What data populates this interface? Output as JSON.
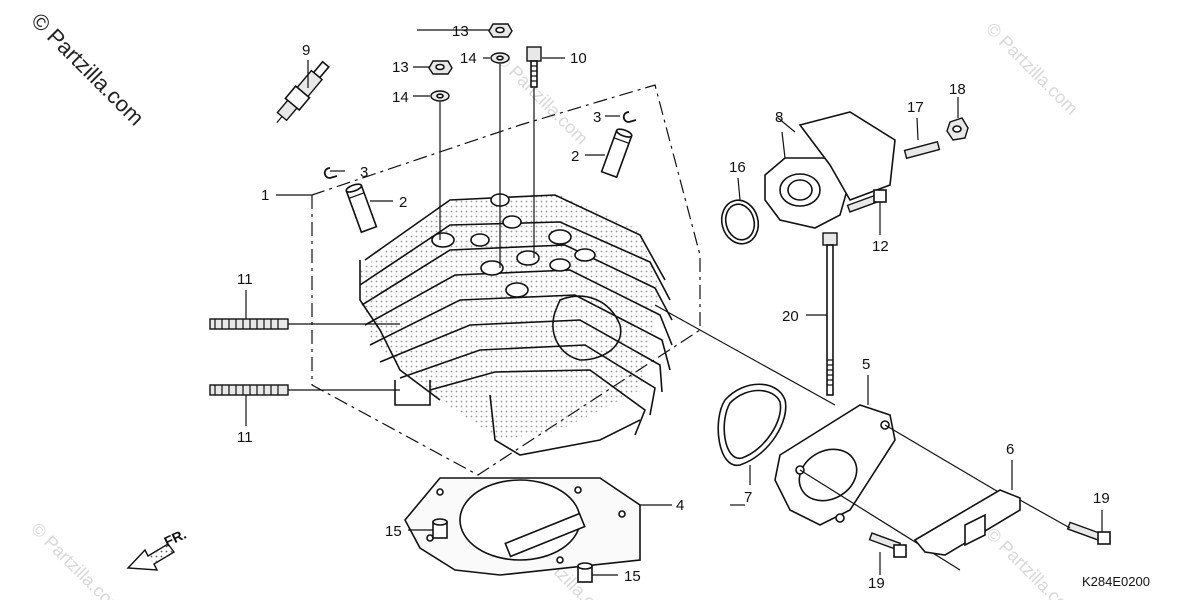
{
  "watermark": {
    "main": "© Partzilla.com",
    "faint": "© Partzilla.com"
  },
  "diagram_code": "K284E0200",
  "direction_label": "FR.",
  "callouts": [
    {
      "id": "c1",
      "text": "1"
    },
    {
      "id": "c2a",
      "text": "2"
    },
    {
      "id": "c2b",
      "text": "2"
    },
    {
      "id": "c3a",
      "text": "3"
    },
    {
      "id": "c3b",
      "text": "3"
    },
    {
      "id": "c4",
      "text": "4"
    },
    {
      "id": "c5",
      "text": "5"
    },
    {
      "id": "c6",
      "text": "6"
    },
    {
      "id": "c7",
      "text": "7"
    },
    {
      "id": "c8",
      "text": "8"
    },
    {
      "id": "c9",
      "text": "9"
    },
    {
      "id": "c10",
      "text": "10"
    },
    {
      "id": "c11a",
      "text": "11"
    },
    {
      "id": "c11b",
      "text": "11"
    },
    {
      "id": "c12",
      "text": "12"
    },
    {
      "id": "c13a",
      "text": "13"
    },
    {
      "id": "c13b",
      "text": "13"
    },
    {
      "id": "c14a",
      "text": "14"
    },
    {
      "id": "c14b",
      "text": "14"
    },
    {
      "id": "c15a",
      "text": "15"
    },
    {
      "id": "c15b",
      "text": "15"
    },
    {
      "id": "c16",
      "text": "16"
    },
    {
      "id": "c17",
      "text": "17"
    },
    {
      "id": "c18",
      "text": "18"
    },
    {
      "id": "c19a",
      "text": "19"
    },
    {
      "id": "c19b",
      "text": "19"
    },
    {
      "id": "c20",
      "text": "20"
    }
  ]
}
